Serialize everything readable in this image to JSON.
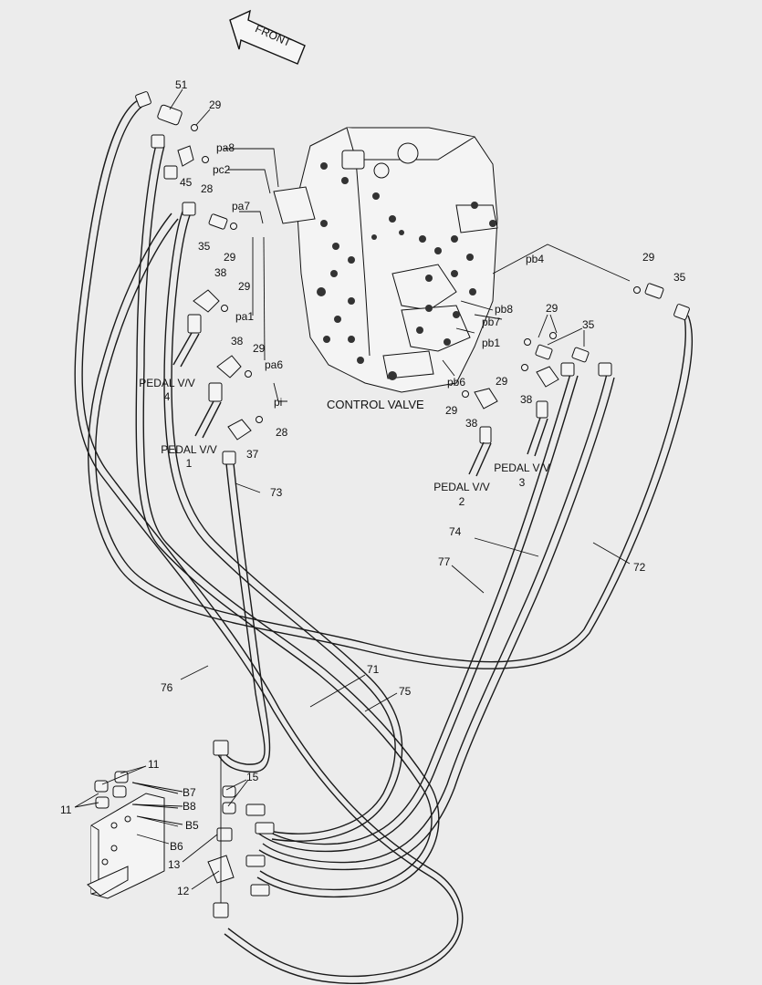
{
  "diagram": {
    "front_label": "FRONT",
    "control_valve_label": "CONTROL VALVE",
    "pedal_valves": [
      {
        "name": "PEDAL V/V",
        "num": "4"
      },
      {
        "name": "PEDAL V/V",
        "num": "1"
      },
      {
        "name": "PEDAL V/V",
        "num": "2"
      },
      {
        "name": "PEDAL V/V",
        "num": "3"
      }
    ],
    "ports": [
      "pa8",
      "pc2",
      "pa7",
      "pa1",
      "pa6",
      "pi",
      "pb4",
      "pb8",
      "pb7",
      "pb1",
      "pb6",
      "B7",
      "B8",
      "B5",
      "B6"
    ],
    "part_numbers": [
      "51",
      "29",
      "45",
      "28",
      "29",
      "35",
      "38",
      "29",
      "38",
      "29",
      "37",
      "28",
      "73",
      "29",
      "35",
      "29",
      "35",
      "29",
      "38",
      "29",
      "38",
      "74",
      "77",
      "72",
      "71",
      "75",
      "76",
      "11",
      "11",
      "15",
      "13",
      "12"
    ]
  }
}
